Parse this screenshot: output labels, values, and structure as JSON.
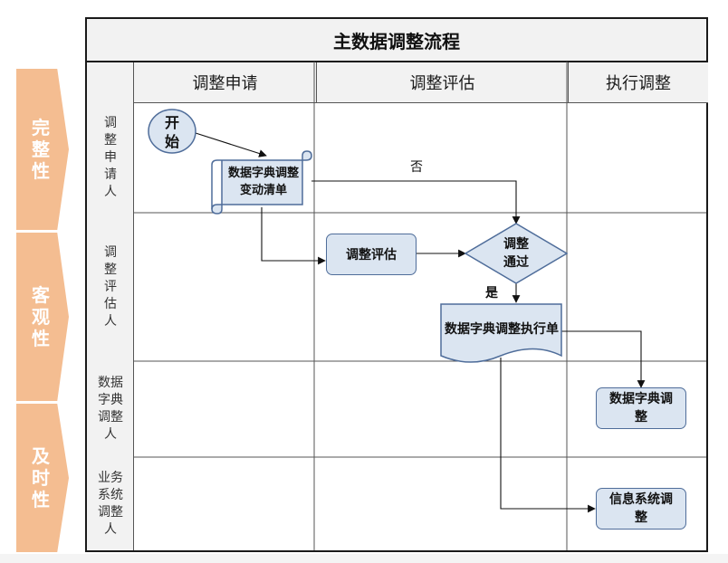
{
  "title": "主数据调整流程",
  "side_labels": [
    "完整性",
    "客观性",
    "及时性"
  ],
  "columns": [
    "调整申请",
    "调整评估",
    "执行调整"
  ],
  "lanes": [
    "调整申请人",
    "调整评估人",
    "数据字典调整人",
    "业务系统调整人"
  ],
  "nodes": {
    "start": "开始",
    "request_form": "数据字典调整变动清单",
    "evaluate": "调整评估",
    "decision": "调整通过",
    "exec_form": "数据字典调整执行单",
    "dict_adjust": "数据字典调整",
    "system_adjust": "信息系统调整"
  },
  "edge_labels": {
    "no": "否",
    "yes": "是"
  },
  "colors": {
    "chevron": "#f4bd91",
    "node_fill": "#dbe5f1",
    "node_border": "#4f6d9a",
    "header_fill": "#f2f2f2"
  }
}
